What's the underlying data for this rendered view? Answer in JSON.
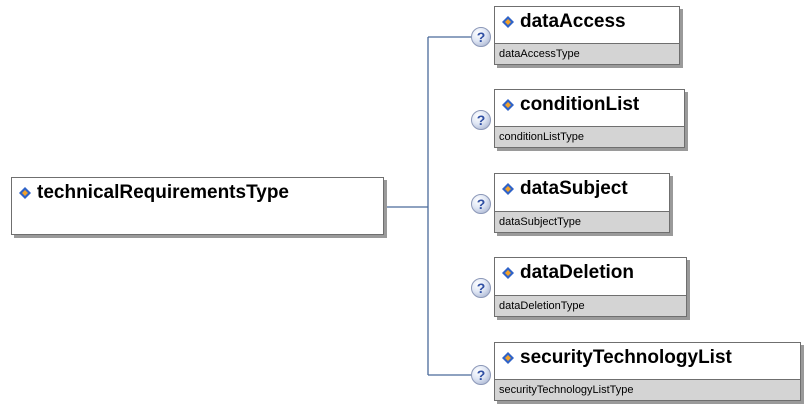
{
  "root": {
    "name": "technicalRequirementsType"
  },
  "help_symbol": "?",
  "elements": [
    {
      "name": "dataAccess",
      "type": "dataAccessType"
    },
    {
      "name": "conditionList",
      "type": "conditionListType"
    },
    {
      "name": "dataSubject",
      "type": "dataSubjectType"
    },
    {
      "name": "dataDeletion",
      "type": "dataDeletionType"
    },
    {
      "name": "securityTechnologyList",
      "type": "securityTechnologyListType"
    }
  ],
  "colors": {
    "connector": "#4a6a9a",
    "type_band": "#d4d4d4",
    "icon_blue": "#2f63c8",
    "icon_orange": "#f2a12a"
  },
  "icons": {
    "element": "diamond-element-icon",
    "help": "question-icon"
  }
}
